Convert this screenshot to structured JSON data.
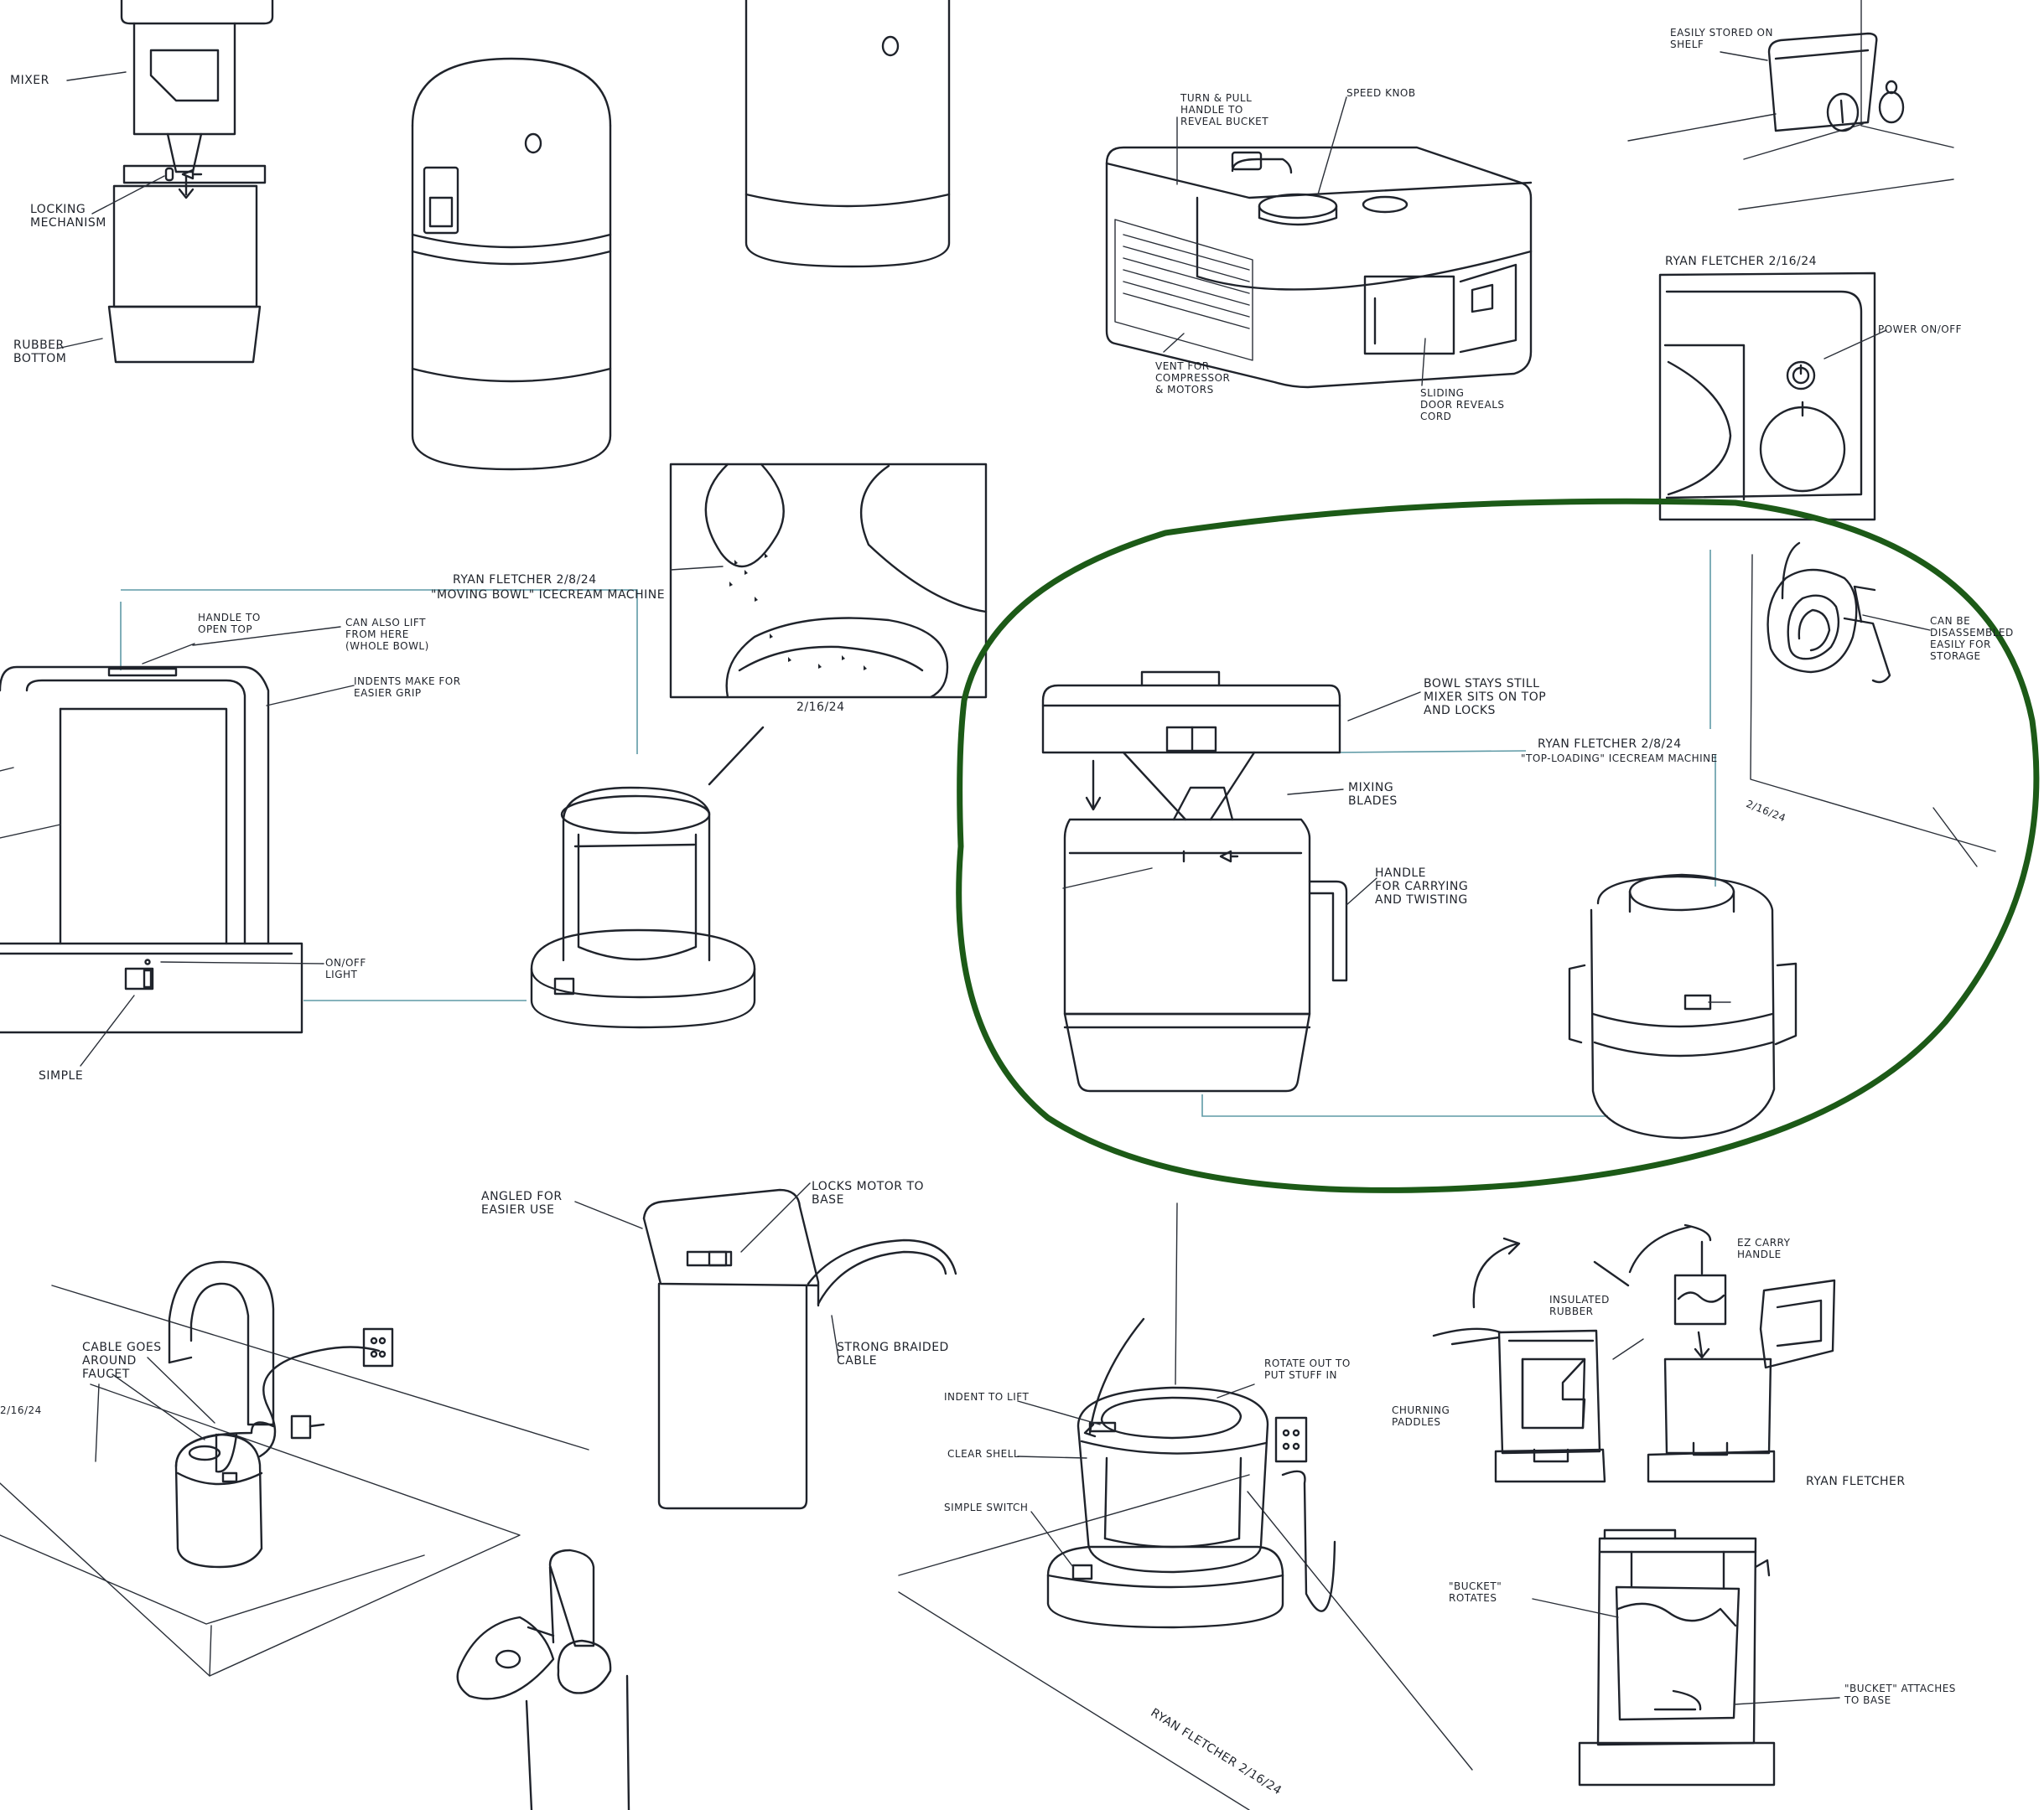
{
  "labels": {
    "mixer": "MIXER",
    "locking_mechanism": "LOCKING\nMECHANISM",
    "rubber_bottom": "RUBBER\nBOTTOM",
    "turn_pull_handle": "TURN & PULL\nHANDLE TO\nREVEAL BUCKET",
    "speed_knob": "SPEED KNOB",
    "vent": "VENT FOR\nCOMPRESSOR\n& MOTORS",
    "sliding_door": "SLIDING\nDOOR REVEALS\nCORD",
    "easily_stored": "EASILY STORED ON\nSHELF",
    "signature_1": "RYAN FLETCHER 2/16/24",
    "power_on_off": "POWER ON/OFF",
    "signature_2": "RYAN FLETCHER 2/8/24",
    "moving_bowl_title": "\"MOVING BOWL\" ICECREAM MACHINE",
    "handle_open_top": "HANDLE TO\nOPEN TOP",
    "can_also_lift": "CAN ALSO LIFT\nFROM HERE\n(WHOLE BOWL)",
    "indents": "INDENTS MAKE FOR\nEASIER GRIP",
    "on_off_light": "ON/OFF\nLIGHT",
    "simple": "SIMPLE",
    "date_1": "2/16/24",
    "bowl_stays_still": "BOWL STAYS STILL\nMIXER SITS ON TOP\nAND LOCKS",
    "signature_3": "RYAN FLETCHER 2/8/24",
    "top_loading_title": "\"TOP-LOADING\" ICECREAM MACHINE",
    "mixing_blades": "MIXING\nBLADES",
    "handle_carrying": "HANDLE\nFOR CARRYING\nAND TWISTING",
    "can_be_disassembled": "CAN BE\nDISASSEMBLED\nEASILY FOR\nSTORAGE",
    "date_2": "2/16/24",
    "angled": "ANGLED FOR\nEASIER USE",
    "locks_motor": "LOCKS MOTOR TO\nBASE",
    "strong_cable": "STRONG BRAIDED\nCABLE",
    "cable_goes": "CABLE GOES\nAROUND\nFAUCET",
    "date_3": "2/16/24",
    "indent_to_lift": "INDENT TO LIFT",
    "clear_shell": "CLEAR SHELL",
    "simple_switch": "SIMPLE SWITCH",
    "rotate_out": "ROTATE OUT TO\nPUT STUFF IN",
    "signature_4": "RYAN FLETCHER 2/16/24",
    "ez_carry": "EZ CARRY\nHANDLE",
    "insulated_rubber": "INSULATED\nRUBBER",
    "churning_paddles": "CHURNING\nPADDLES",
    "signature_5": "RYAN FLETCHER",
    "bucket_rotates": "\"BUCKET\"\nROTATES",
    "bucket_attaches": "\"BUCKET\" ATTACHES\nTO BASE"
  },
  "colors": {
    "ink": "#1f232b",
    "guide_line": "#5f9aa6",
    "highlight": "#1c5a17",
    "paper": "#ffffff"
  }
}
